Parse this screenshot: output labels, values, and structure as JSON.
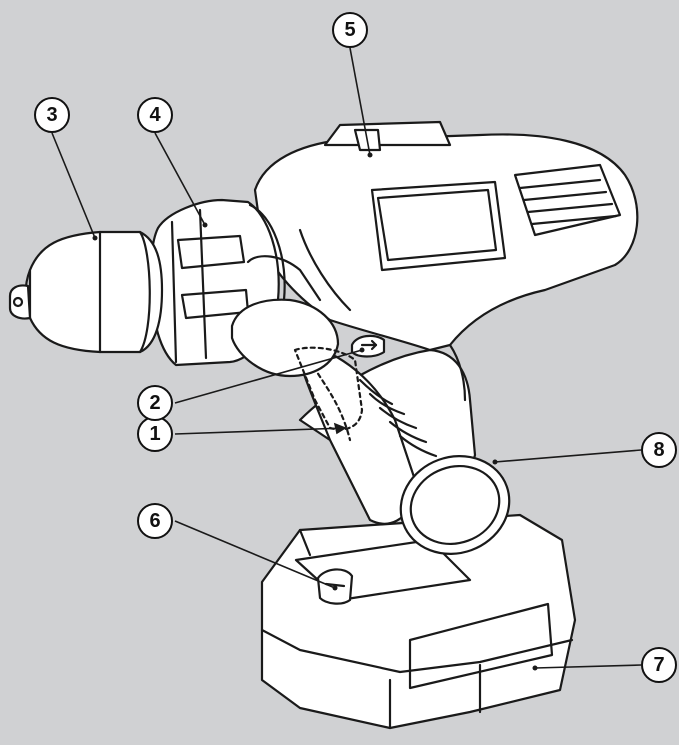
{
  "callouts": [
    {
      "number": "1"
    },
    {
      "number": "2"
    },
    {
      "number": "3"
    },
    {
      "number": "4"
    },
    {
      "number": "5"
    },
    {
      "number": "6"
    },
    {
      "number": "7"
    },
    {
      "number": "8"
    }
  ],
  "colors": {
    "background": "#d0d1d3",
    "body_fill": "#ffffff",
    "line": "#1a1a1a"
  }
}
